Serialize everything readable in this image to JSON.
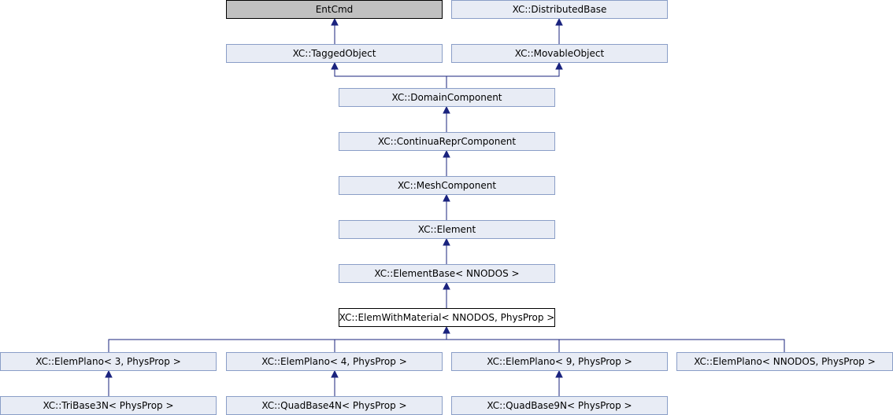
{
  "nodes": {
    "entcmd": "EntCmd",
    "distributed_base": "XC::DistributedBase",
    "tagged_object": "XC::TaggedObject",
    "movable_object": "XC::MovableObject",
    "domain_component": "XC::DomainComponent",
    "continua_repr_component": "XC::ContinuaReprComponent",
    "mesh_component": "XC::MeshComponent",
    "element": "XC::Element",
    "element_base": "XC::ElementBase< NNODOS >",
    "elem_with_material": "XC::ElemWithMaterial< NNODOS, PhysProp >",
    "elem_plano_3": "XC::ElemPlano< 3, PhysProp >",
    "elem_plano_4": "XC::ElemPlano< 4, PhysProp >",
    "elem_plano_9": "XC::ElemPlano< 9, PhysProp >",
    "elem_plano_nnodos": "XC::ElemPlano< NNODOS, PhysProp >",
    "tri_base_3n": "XC::TriBase3N< PhysProp >",
    "quad_base_4n": "XC::QuadBase4N< PhysProp >",
    "quad_base_9n": "XC::QuadBase9N< PhysProp >"
  },
  "colors": {
    "node_fill": "#e8ecf5",
    "node_border": "#8a9ec7",
    "external_fill": "#c0c0c0",
    "current_fill": "#ffffff",
    "edge": "#1a237e"
  }
}
